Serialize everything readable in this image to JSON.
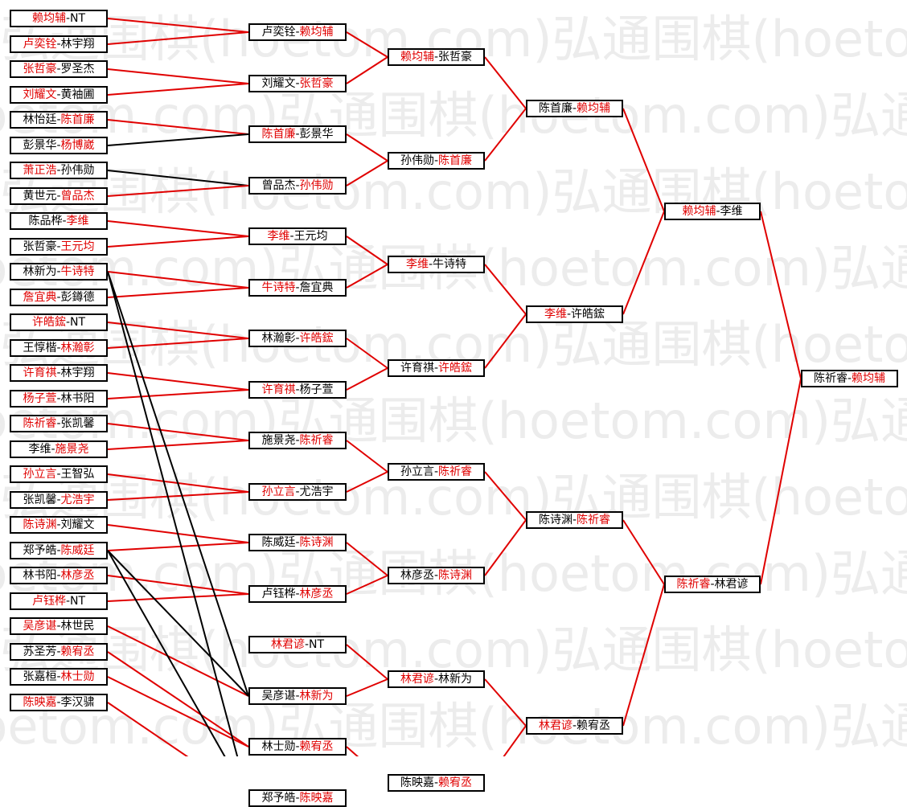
{
  "watermark": "弘通围棋(hoetom.com)",
  "colors": {
    "winner": "#e00000",
    "loser": "#000000",
    "win_line": "#e00000",
    "lose_line": "#000000"
  },
  "nodes": [
    {
      "id": "r1_1",
      "a": "赖均辅",
      "b": "NT",
      "winner": "a"
    },
    {
      "id": "r1_2",
      "a": "卢奕铨",
      "b": "林宇翔",
      "winner": "a"
    },
    {
      "id": "r1_3",
      "a": "张哲豪",
      "b": "罗圣杰",
      "winner": "a"
    },
    {
      "id": "r1_4",
      "a": "刘耀文",
      "b": "黄袖圃",
      "winner": "a"
    },
    {
      "id": "r1_5",
      "a": "林怡廷",
      "b": "陈首廉",
      "winner": "b"
    },
    {
      "id": "r1_6",
      "a": "彭景华",
      "b": "杨博崴",
      "winner": "b"
    },
    {
      "id": "r1_7",
      "a": "萧正浩",
      "b": "孙伟勋",
      "winner": "a"
    },
    {
      "id": "r1_8",
      "a": "黄世元",
      "b": "曾品杰",
      "winner": "b"
    },
    {
      "id": "r1_9",
      "a": "陈品桦",
      "b": "李维",
      "winner": "b"
    },
    {
      "id": "r1_10",
      "a": "张哲豪",
      "b": "王元均",
      "winner": "b"
    },
    {
      "id": "r1_11",
      "a": "林新为",
      "b": "牛诗特",
      "winner": "b"
    },
    {
      "id": "r1_12",
      "a": "詹宜典",
      "b": "彭鐏德",
      "winner": "a"
    },
    {
      "id": "r1_13",
      "a": "许皓鋐",
      "b": "NT",
      "winner": "a"
    },
    {
      "id": "r1_14",
      "a": "王惇楷",
      "b": "林瀚彰",
      "winner": "b"
    },
    {
      "id": "r1_15",
      "a": "许育祺",
      "b": "林宇翔",
      "winner": "a"
    },
    {
      "id": "r1_16",
      "a": "杨子萱",
      "b": "林书阳",
      "winner": "a"
    },
    {
      "id": "r1_17",
      "a": "陈祈睿",
      "b": "张凯馨",
      "winner": "a"
    },
    {
      "id": "r1_18",
      "a": "李维",
      "b": "施景尧",
      "winner": "b"
    },
    {
      "id": "r1_19",
      "a": "孙立言",
      "b": "王智弘",
      "winner": "a"
    },
    {
      "id": "r1_20",
      "a": "张凯馨",
      "b": "尤浩宇",
      "winner": "b"
    },
    {
      "id": "r1_21",
      "a": "陈诗渊",
      "b": "刘耀文",
      "winner": "a"
    },
    {
      "id": "r1_22",
      "a": "郑予皓",
      "b": "陈威廷",
      "winner": "b"
    },
    {
      "id": "r1_23",
      "a": "林书阳",
      "b": "林彦丞",
      "winner": "b"
    },
    {
      "id": "r1_24",
      "a": "卢钰桦",
      "b": "NT",
      "winner": "a"
    },
    {
      "id": "r1_25",
      "a": "吴彦谌",
      "b": "林世民",
      "winner": "a"
    },
    {
      "id": "r1_26",
      "a": "苏圣芳",
      "b": "赖宥丞",
      "winner": "b"
    },
    {
      "id": "r1_27",
      "a": "张嘉桓",
      "b": "林士勋",
      "winner": "b"
    },
    {
      "id": "r1_28",
      "a": "陈映嘉",
      "b": "李汉骕",
      "winner": "a"
    },
    {
      "id": "r2_1",
      "a": "卢奕铨",
      "b": "赖均辅",
      "winner": "b"
    },
    {
      "id": "r2_2",
      "a": "刘耀文",
      "b": "张哲豪",
      "winner": "b"
    },
    {
      "id": "r2_3",
      "a": "陈首廉",
      "b": "彭景华",
      "winner": "a"
    },
    {
      "id": "r2_4",
      "a": "曾品杰",
      "b": "孙伟勋",
      "winner": "b"
    },
    {
      "id": "r2_5",
      "a": "李维",
      "b": "王元均",
      "winner": "a"
    },
    {
      "id": "r2_6",
      "a": "牛诗特",
      "b": "詹宜典",
      "winner": "a"
    },
    {
      "id": "r2_7",
      "a": "林瀚彰",
      "b": "许皓鋐",
      "winner": "b"
    },
    {
      "id": "r2_8",
      "a": "许育祺",
      "b": "杨子萱",
      "winner": "a"
    },
    {
      "id": "r2_9",
      "a": "施景尧",
      "b": "陈祈睿",
      "winner": "b"
    },
    {
      "id": "r2_10",
      "a": "孙立言",
      "b": "尤浩宇",
      "winner": "a"
    },
    {
      "id": "r2_11",
      "a": "陈威廷",
      "b": "陈诗渊",
      "winner": "b"
    },
    {
      "id": "r2_12",
      "a": "卢钰桦",
      "b": "林彦丞",
      "winner": "b"
    },
    {
      "id": "r2_13",
      "a": "林君谚",
      "b": "NT",
      "winner": "a"
    },
    {
      "id": "r2_14",
      "a": "吴彦谌",
      "b": "林新为",
      "winner": "b"
    },
    {
      "id": "r2_15",
      "a": "林士勋",
      "b": "赖宥丞",
      "winner": "b"
    },
    {
      "id": "r2_16",
      "a": "郑予皓",
      "b": "陈映嘉",
      "winner": "b"
    },
    {
      "id": "r3_1",
      "a": "赖均辅",
      "b": "张哲豪",
      "winner": "a"
    },
    {
      "id": "r3_2",
      "a": "孙伟勋",
      "b": "陈首廉",
      "winner": "b"
    },
    {
      "id": "r3_3",
      "a": "李维",
      "b": "牛诗特",
      "winner": "a"
    },
    {
      "id": "r3_4",
      "a": "许育祺",
      "b": "许皓鋐",
      "winner": "b"
    },
    {
      "id": "r3_5",
      "a": "孙立言",
      "b": "陈祈睿",
      "winner": "b"
    },
    {
      "id": "r3_6",
      "a": "林彦丞",
      "b": "陈诗渊",
      "winner": "b"
    },
    {
      "id": "r3_7",
      "a": "林君谚",
      "b": "林新为",
      "winner": "a"
    },
    {
      "id": "r3_8",
      "a": "陈映嘉",
      "b": "赖宥丞",
      "winner": "b"
    },
    {
      "id": "r4_1",
      "a": "陈首廉",
      "b": "赖均辅",
      "winner": "b"
    },
    {
      "id": "r4_2",
      "a": "李维",
      "b": "许皓鋐",
      "winner": "a"
    },
    {
      "id": "r4_3",
      "a": "陈诗渊",
      "b": "陈祈睿",
      "winner": "b"
    },
    {
      "id": "r4_4",
      "a": "林君谚",
      "b": "赖宥丞",
      "winner": "a"
    },
    {
      "id": "r5_1",
      "a": "赖均辅",
      "b": "李维",
      "winner": "a"
    },
    {
      "id": "r5_2",
      "a": "陈祈睿",
      "b": "林君谚",
      "winner": "a"
    },
    {
      "id": "r6_1",
      "a": "陈祈睿",
      "b": "赖均辅",
      "winner": "b"
    }
  ],
  "edges": [
    [
      "r1_1",
      "r2_1",
      1
    ],
    [
      "r1_2",
      "r2_1",
      1
    ],
    [
      "r1_3",
      "r2_2",
      1
    ],
    [
      "r1_4",
      "r2_2",
      1
    ],
    [
      "r1_5",
      "r2_3",
      1
    ],
    [
      "r1_6",
      "r2_3",
      0
    ],
    [
      "r1_7",
      "r2_4",
      0
    ],
    [
      "r1_8",
      "r2_4",
      1
    ],
    [
      "r1_9",
      "r2_5",
      1
    ],
    [
      "r1_10",
      "r2_5",
      1
    ],
    [
      "r1_11",
      "r2_6",
      1
    ],
    [
      "r1_12",
      "r2_6",
      1
    ],
    [
      "r1_13",
      "r2_7",
      1
    ],
    [
      "r1_14",
      "r2_7",
      1
    ],
    [
      "r1_15",
      "r2_8",
      1
    ],
    [
      "r1_16",
      "r2_8",
      1
    ],
    [
      "r1_17",
      "r2_9",
      1
    ],
    [
      "r1_18",
      "r2_9",
      1
    ],
    [
      "r1_19",
      "r2_10",
      1
    ],
    [
      "r1_20",
      "r2_10",
      1
    ],
    [
      "r1_21",
      "r2_11",
      1
    ],
    [
      "r1_22",
      "r2_11",
      1
    ],
    [
      "r1_23",
      "r2_12",
      1
    ],
    [
      "r1_24",
      "r2_12",
      1
    ],
    [
      "r1_25",
      "r2_14",
      1
    ],
    [
      "r1_26",
      "r2_15",
      1
    ],
    [
      "r1_27",
      "r2_15",
      1
    ],
    [
      "r1_28",
      "r2_16",
      1
    ],
    [
      "r1_11",
      "r2_14",
      0
    ],
    [
      "r1_11",
      "r2_16",
      0
    ],
    [
      "r1_22",
      "r2_14",
      0
    ],
    [
      "r1_22",
      "r2_16",
      0
    ],
    [
      "r2_1",
      "r3_1",
      1
    ],
    [
      "r2_2",
      "r3_1",
      1
    ],
    [
      "r2_3",
      "r3_2",
      1
    ],
    [
      "r2_4",
      "r3_2",
      1
    ],
    [
      "r2_5",
      "r3_3",
      1
    ],
    [
      "r2_6",
      "r3_3",
      1
    ],
    [
      "r2_7",
      "r3_4",
      1
    ],
    [
      "r2_8",
      "r3_4",
      1
    ],
    [
      "r2_9",
      "r3_5",
      1
    ],
    [
      "r2_10",
      "r3_5",
      1
    ],
    [
      "r2_11",
      "r3_6",
      1
    ],
    [
      "r2_12",
      "r3_6",
      1
    ],
    [
      "r2_13",
      "r3_7",
      1
    ],
    [
      "r2_14",
      "r3_7",
      1
    ],
    [
      "r2_15",
      "r3_8",
      1
    ],
    [
      "r2_16",
      "r3_8",
      1
    ],
    [
      "r3_1",
      "r4_1",
      1
    ],
    [
      "r3_2",
      "r4_1",
      1
    ],
    [
      "r3_3",
      "r4_2",
      1
    ],
    [
      "r3_4",
      "r4_2",
      1
    ],
    [
      "r3_5",
      "r4_3",
      1
    ],
    [
      "r3_6",
      "r4_3",
      1
    ],
    [
      "r3_7",
      "r4_4",
      1
    ],
    [
      "r3_8",
      "r4_4",
      1
    ],
    [
      "r4_1",
      "r5_1",
      1
    ],
    [
      "r4_2",
      "r5_1",
      1
    ],
    [
      "r4_3",
      "r5_2",
      1
    ],
    [
      "r4_4",
      "r5_2",
      1
    ],
    [
      "r5_1",
      "r6_1",
      1
    ],
    [
      "r5_2",
      "r6_1",
      1
    ]
  ]
}
